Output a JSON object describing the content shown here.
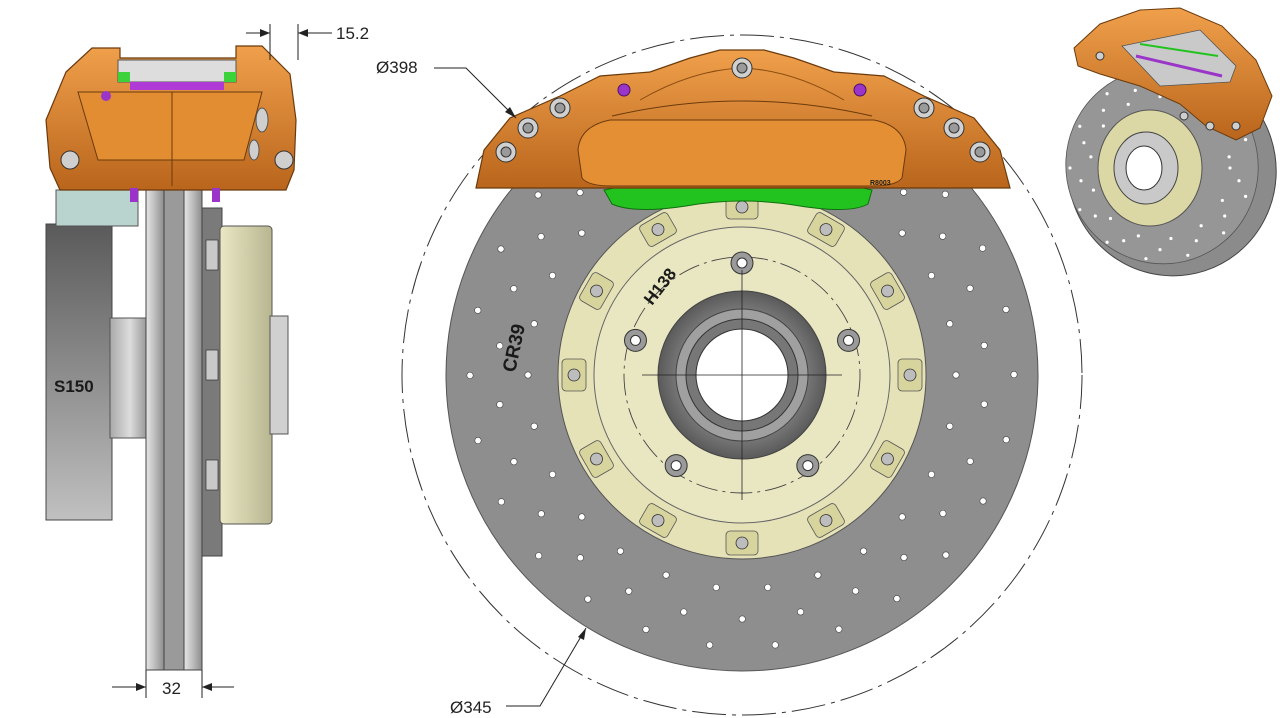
{
  "drawing": {
    "dimensions": {
      "caliper_offset": "15.2",
      "disc_width": "32",
      "outer_diameter": "398",
      "disc_diameter": "345",
      "diameter_symbol": "Ø"
    },
    "labels": {
      "side_label": "S150",
      "disc_code": "CR39",
      "hub_code": "H138",
      "caliper_code": "R8003"
    },
    "colors": {
      "caliper": "#d9822b",
      "caliper_dark": "#a85a14",
      "rotor": "#8c8c8c",
      "hat": "#e6e2b8",
      "pad_green": "#22c31f",
      "accent_purple": "#9b35c9"
    }
  }
}
